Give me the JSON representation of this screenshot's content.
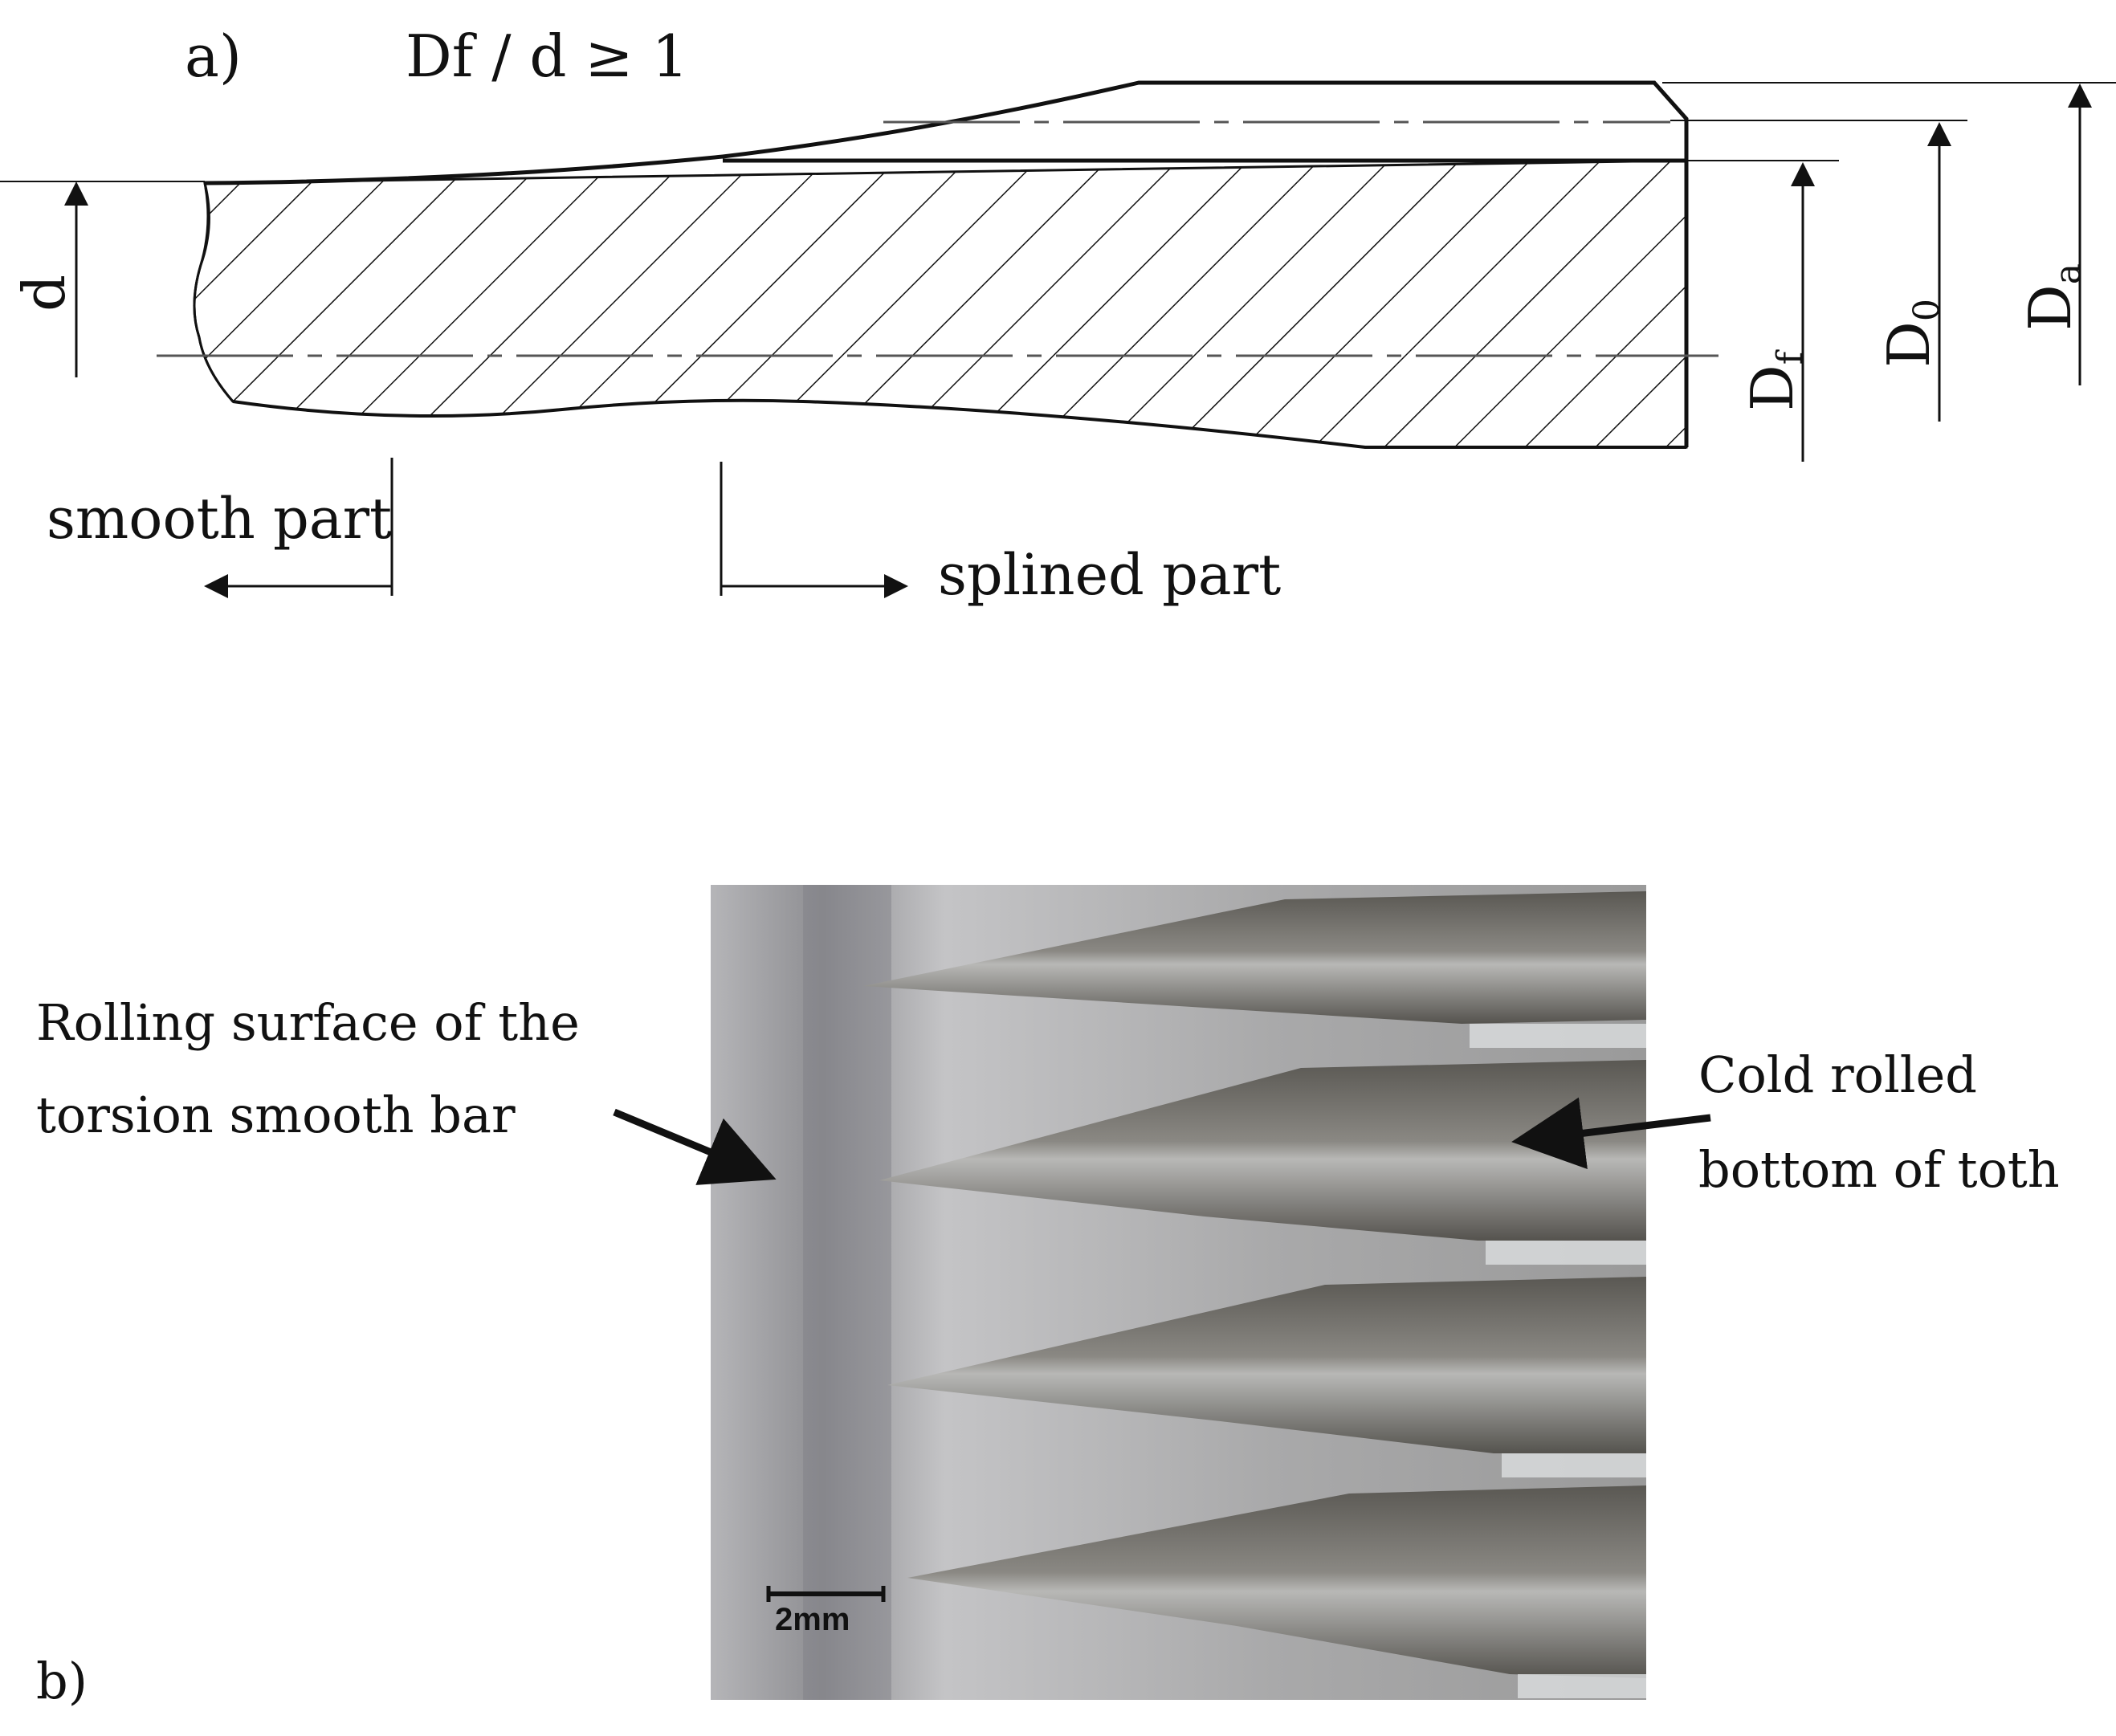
{
  "panel_a": {
    "label": "a)",
    "formula": "Df / d ≥ 1",
    "dim_d": "d",
    "dim_df": "Df",
    "dim_df_base": "D",
    "dim_df_sub": "f",
    "dim_d0_base": "D",
    "dim_d0_sub": "0",
    "dim_da_base": "D",
    "dim_da_sub": "a",
    "smooth_part": "smooth part",
    "splined_part": "splined part"
  },
  "panel_b": {
    "label": "b)",
    "left_annotation_line1": "Rolling surface of the",
    "left_annotation_line2": "torsion smooth bar",
    "right_annotation_line1": "Cold rolled",
    "right_annotation_line2": "bottom of toth",
    "scale_bar": "2mm"
  },
  "colors": {
    "ink": "#111111",
    "photo_base": "#9a9a9a",
    "tooth": "#6e6e6e",
    "tooth_highlight": "#c9c9c9"
  }
}
